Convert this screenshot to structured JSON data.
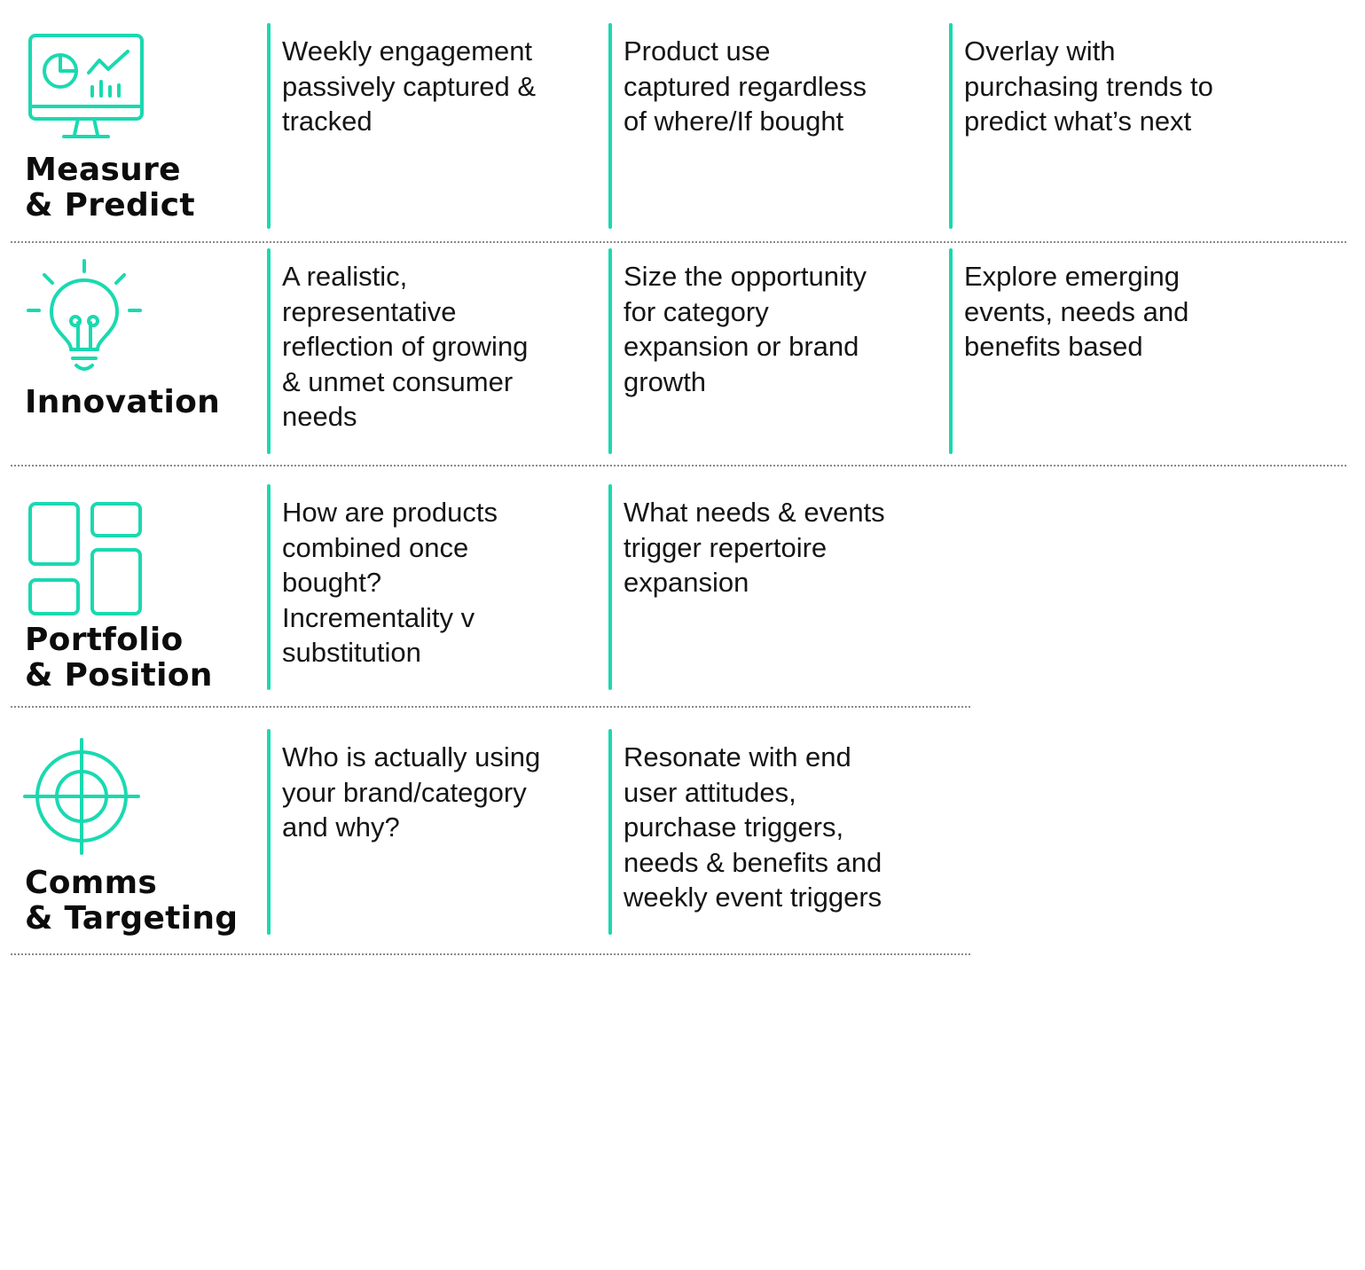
{
  "colors": {
    "accent": "#1ad9b0",
    "text": "#151515",
    "separator": "#8a8a8a"
  },
  "rows": [
    {
      "id": "measure-predict",
      "icon": "monitor-analytics-icon",
      "label_lines": [
        "Measure",
        "& Predict"
      ],
      "cells": [
        "Weekly engagement\npassively captured &\ntracked",
        "Product use\ncaptured regardless\nof where/If bought",
        "Overlay with\npurchasing trends to\npredict what’s next"
      ]
    },
    {
      "id": "innovation",
      "icon": "lightbulb-icon",
      "label_lines": [
        "Innovation"
      ],
      "cells": [
        "A realistic,\nrepresentative\nreflection of growing\n& unmet consumer\nneeds",
        "Size the opportunity\nfor category\nexpansion or brand\ngrowth",
        "Explore emerging\nevents, needs and\nbenefits based"
      ]
    },
    {
      "id": "portfolio-position",
      "icon": "portfolio-grid-icon",
      "label_lines": [
        "Portfolio",
        "& Position"
      ],
      "cells": [
        "How are products\ncombined once\nbought?\nIncrementality v\nsubstitution",
        "What needs & events\ntrigger repertoire\nexpansion"
      ]
    },
    {
      "id": "comms-targeting",
      "icon": "crosshair-target-icon",
      "label_lines": [
        "Comms",
        "& Targeting"
      ],
      "cells": [
        "Who is actually using\nyour brand/category\nand why?",
        "Resonate with end\nuser attitudes,\npurchase triggers,\nneeds & benefits and\nweekly event triggers"
      ]
    }
  ]
}
